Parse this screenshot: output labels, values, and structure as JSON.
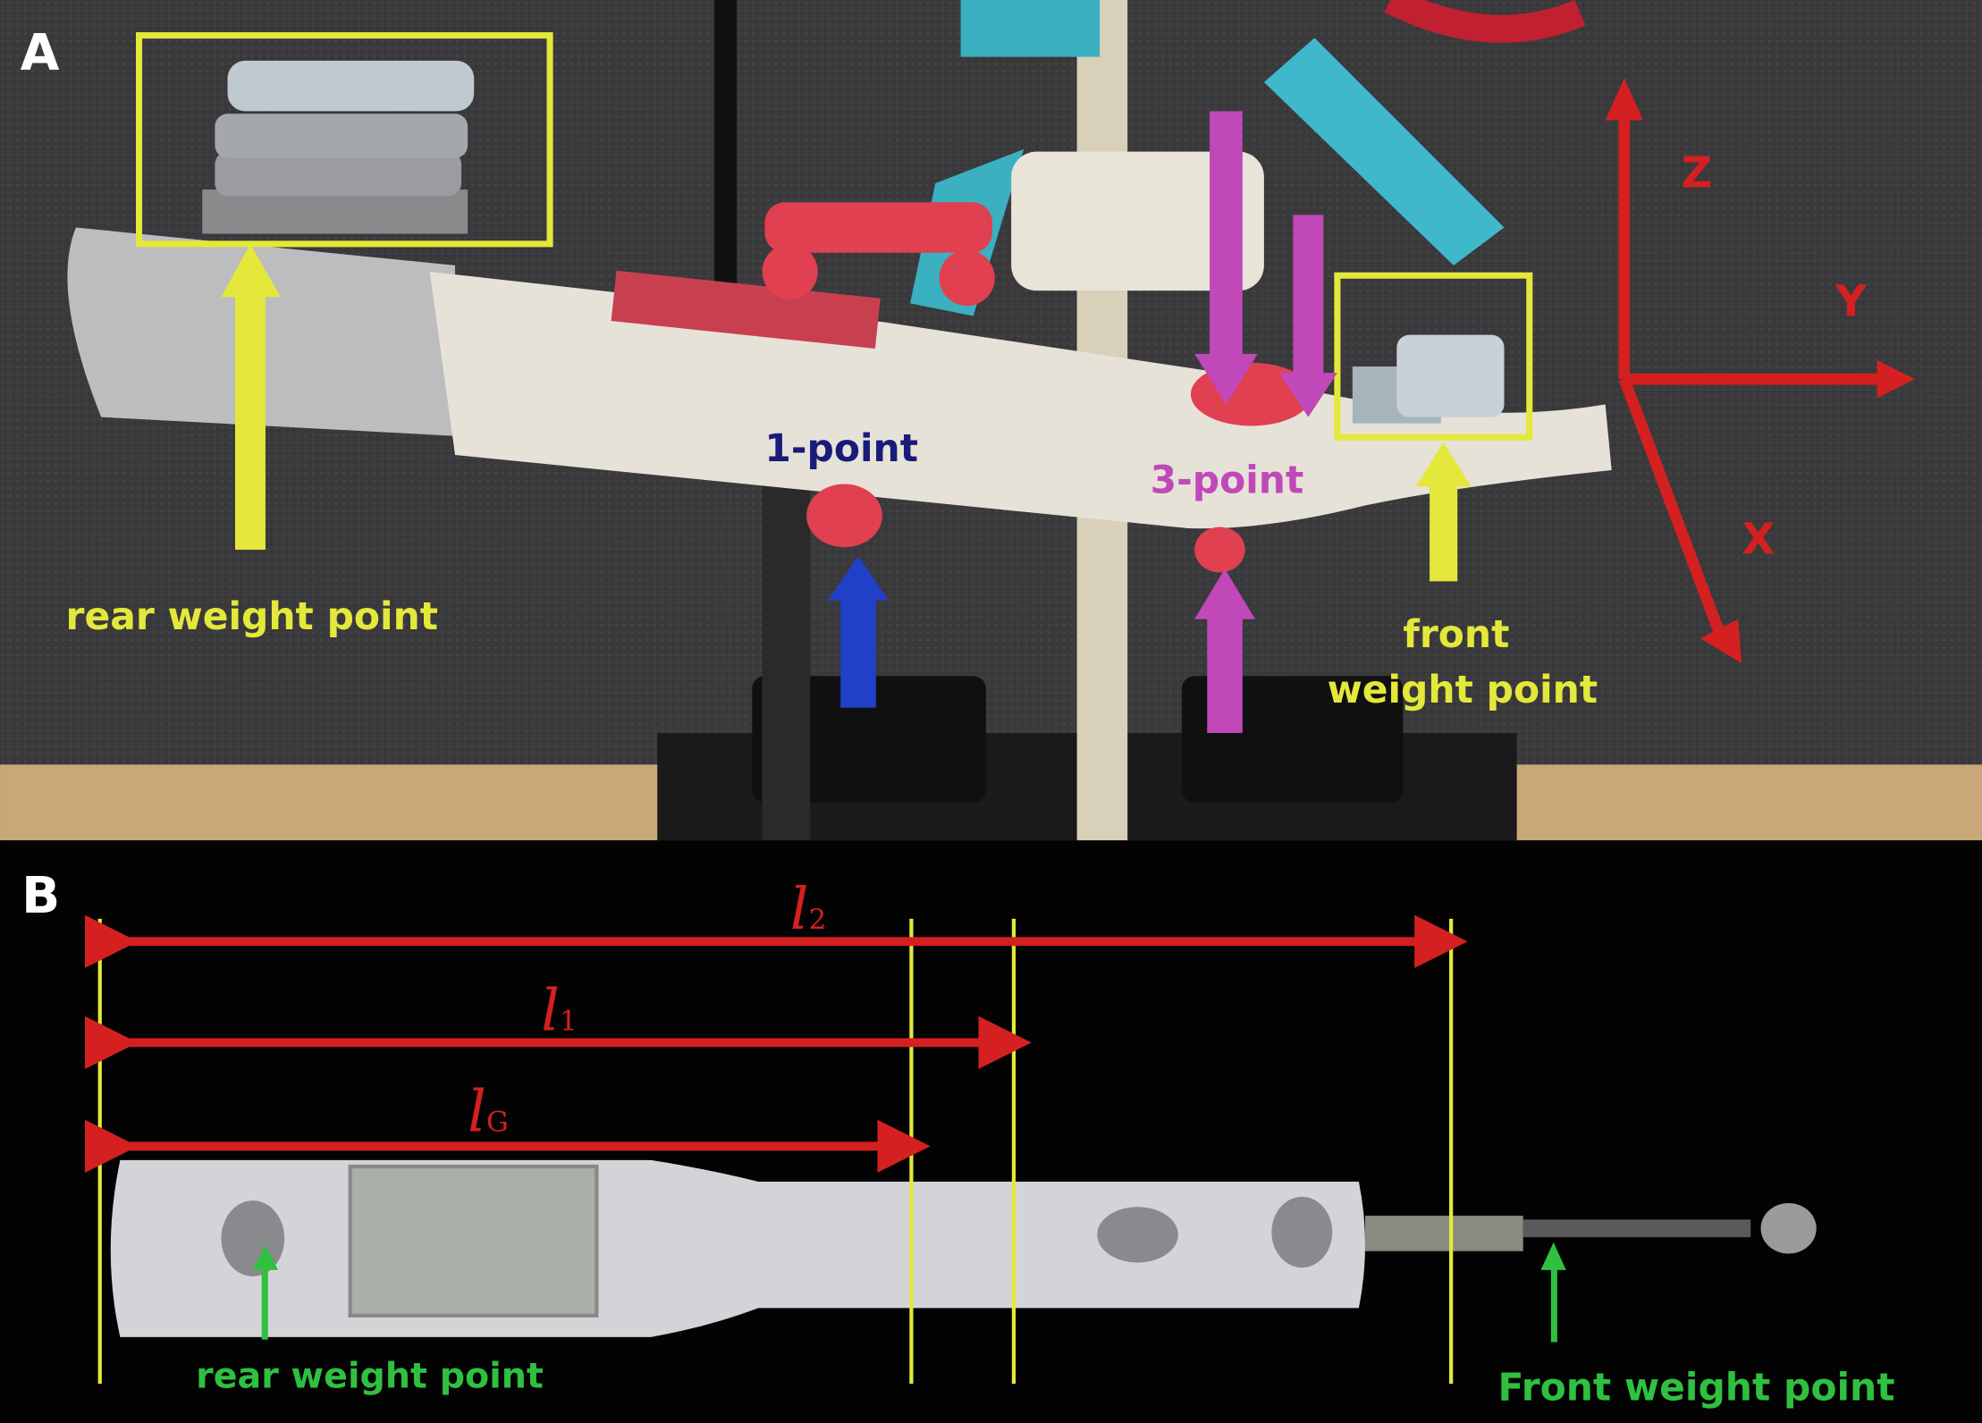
{
  "panel_a": {
    "label": "A",
    "annotations": {
      "rear_weight_point": "rear  weight point",
      "front_weight_point_line1": "front",
      "front_weight_point_line2": "weight point",
      "one_point": "1-point",
      "three_point": "3-point",
      "axis_z": "Z",
      "axis_y": "Y",
      "axis_x": "X"
    }
  },
  "panel_b": {
    "label": "B",
    "dimensions": {
      "l2": "l",
      "l2_sub": "2",
      "l1": "l",
      "l1_sub": "1",
      "lg": "l",
      "lg_sub": "G"
    },
    "annotations": {
      "rear_weight_point": "rear  weight point",
      "front_weight_point": "Front weight point"
    }
  },
  "colors": {
    "yellow": "#e4e83a",
    "magenta": "#c048b8",
    "blue": "#2040c8",
    "red": "#d42020",
    "green": "#30c040"
  }
}
